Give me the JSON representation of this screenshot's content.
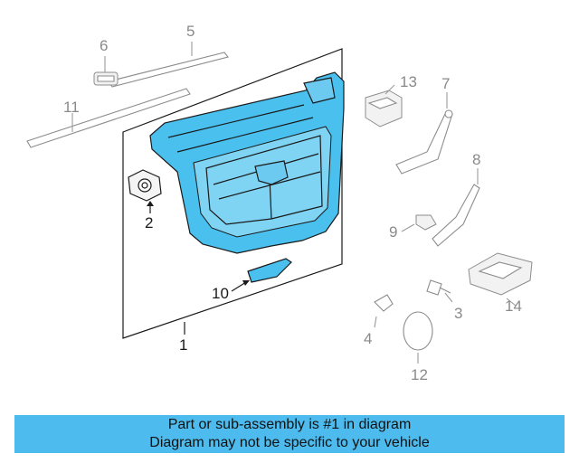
{
  "callouts": [
    {
      "id": "1",
      "label": "1"
    },
    {
      "id": "2",
      "label": "2"
    },
    {
      "id": "3",
      "label": "3"
    },
    {
      "id": "4",
      "label": "4"
    },
    {
      "id": "5",
      "label": "5"
    },
    {
      "id": "6",
      "label": "6"
    },
    {
      "id": "7",
      "label": "7"
    },
    {
      "id": "8",
      "label": "8"
    },
    {
      "id": "9",
      "label": "9"
    },
    {
      "id": "10",
      "label": "10"
    },
    {
      "id": "11",
      "label": "11"
    },
    {
      "id": "12",
      "label": "12"
    },
    {
      "id": "13",
      "label": "13"
    },
    {
      "id": "14",
      "label": "14"
    }
  ],
  "banner": {
    "line1": "Part or sub-assembly is #1 in diagram",
    "line2": "Diagram may not be specific to your vehicle"
  },
  "colors": {
    "highlight": "#49c0ee",
    "banner": "#4dbbee",
    "gray_parts": "#8c8c8c",
    "dark_parts": "#1a1a1a"
  }
}
